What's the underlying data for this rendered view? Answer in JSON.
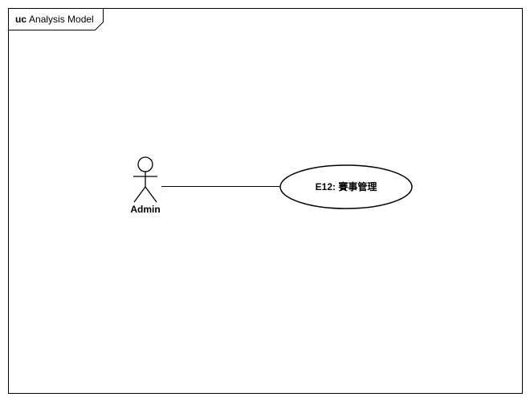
{
  "frame": {
    "keyword": "uc",
    "name": "Analysis Model"
  },
  "actor": {
    "name": "Admin"
  },
  "use_case": {
    "name": "E12: 賽事管理"
  },
  "colors": {
    "stroke": "#000000",
    "background": "#ffffff"
  }
}
